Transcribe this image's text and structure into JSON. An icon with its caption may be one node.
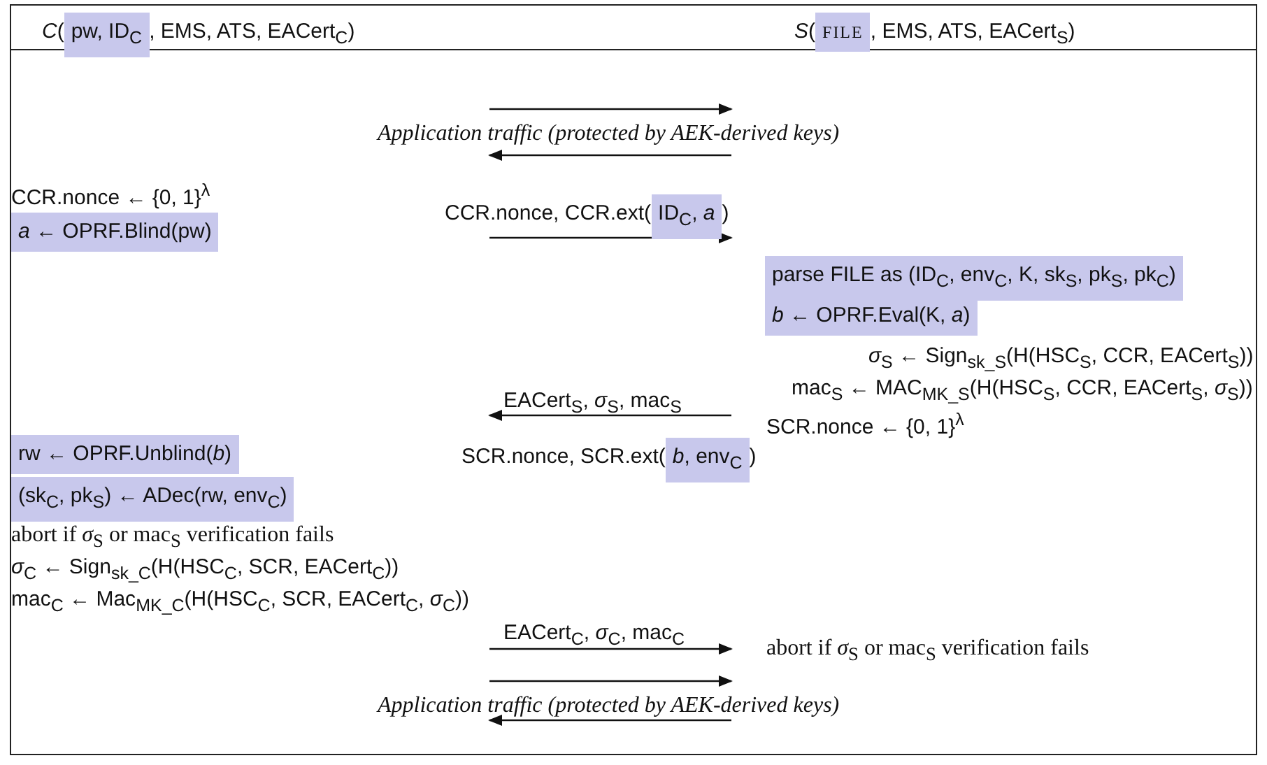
{
  "diagram": {
    "labels": [
      "*C*(",
      "pw, ID$_{C}$",
      ", EMS, ATS, EACert$_{C}$)",
      "*S*(",
      "FILE",
      ", EMS, ATS, EACert$_{S}$)",
      "Application traffic (protected by AEK-derived keys)",
      "CCR.nonce ← {0, 1}$^{λ}$",
      "*a* ← OPRF.Blind(pw)",
      "CCR.nonce, CCR.ext(",
      "ID$_{C}$, *a*",
      ")",
      "parse FILE as (ID$_{C}$, env$_{C}$, K, sk$_{S}$, pk$_{S}$, pk$_{C}$)",
      "*b* ← OPRF.Eval(K, *a*)",
      "*σ*$_{S}$ ← Sign$_{sk_S}$(H(HSC$_{S}$, CCR, EACert$_{S}$))",
      "mac$_{S}$ ← MAC$_{MK_S}$(H(HSC$_{S}$, CCR, EACert$_{S}$, *σ*$_{S}$))",
      "EACert$_{S}$, *σ*$_{S}$, mac$_{S}$",
      "SCR.nonce ← {0, 1}$^{λ}$",
      "rw ← OPRF.Unblind(*b*)",
      "SCR.nonce, SCR.ext(",
      "*b*, env$_{C}$",
      ")",
      "(sk$_{C}$, pk$_{S}$) ← ADec(rw, env$_{C}$)",
      "abort if *σ*$_{S}$ or mac$_{S}$ verification fails",
      "*σ*$_{C}$ ← Sign$_{sk_C}$(H(HSC$_{C}$, SCR, EACert$_{C}$))",
      "mac$_{C}$ ← Mac$_{MK_C}$(H(HSC$_{C}$, SCR, EACert$_{C}$, *σ*$_{C}$))",
      "EACert$_{C}$, *σ*$_{C}$, mac$_{C}$",
      "abort if *σ*$_{S}$ or mac$_{S}$ verification fails",
      "Application traffic (protected by AEK-derived keys)"
    ]
  }
}
